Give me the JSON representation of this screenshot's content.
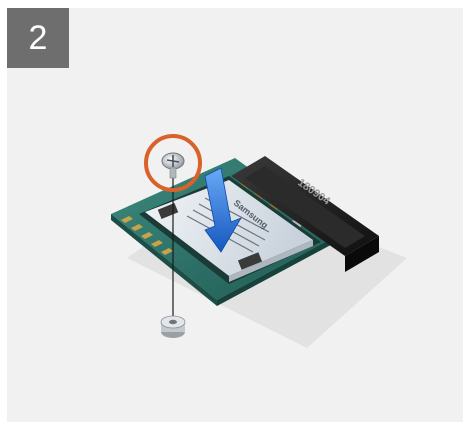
{
  "step": {
    "number": "2"
  },
  "connector": {
    "marking": "180904"
  },
  "ssd": {
    "brand": "Samsung"
  },
  "colors": {
    "frame_background": "#f1f1f1",
    "badge_background": "#6e6e6e",
    "badge_text": "#ffffff",
    "highlight_ring": "#d9622b",
    "arrow": "#1e6fd9",
    "board": "#2f6f66",
    "ssd_label": "#dde3ea",
    "connector": "#1f1f1f"
  },
  "icons": {
    "screw": "screw-icon",
    "arrow": "arrow-down-icon",
    "standoff": "standoff-icon"
  }
}
